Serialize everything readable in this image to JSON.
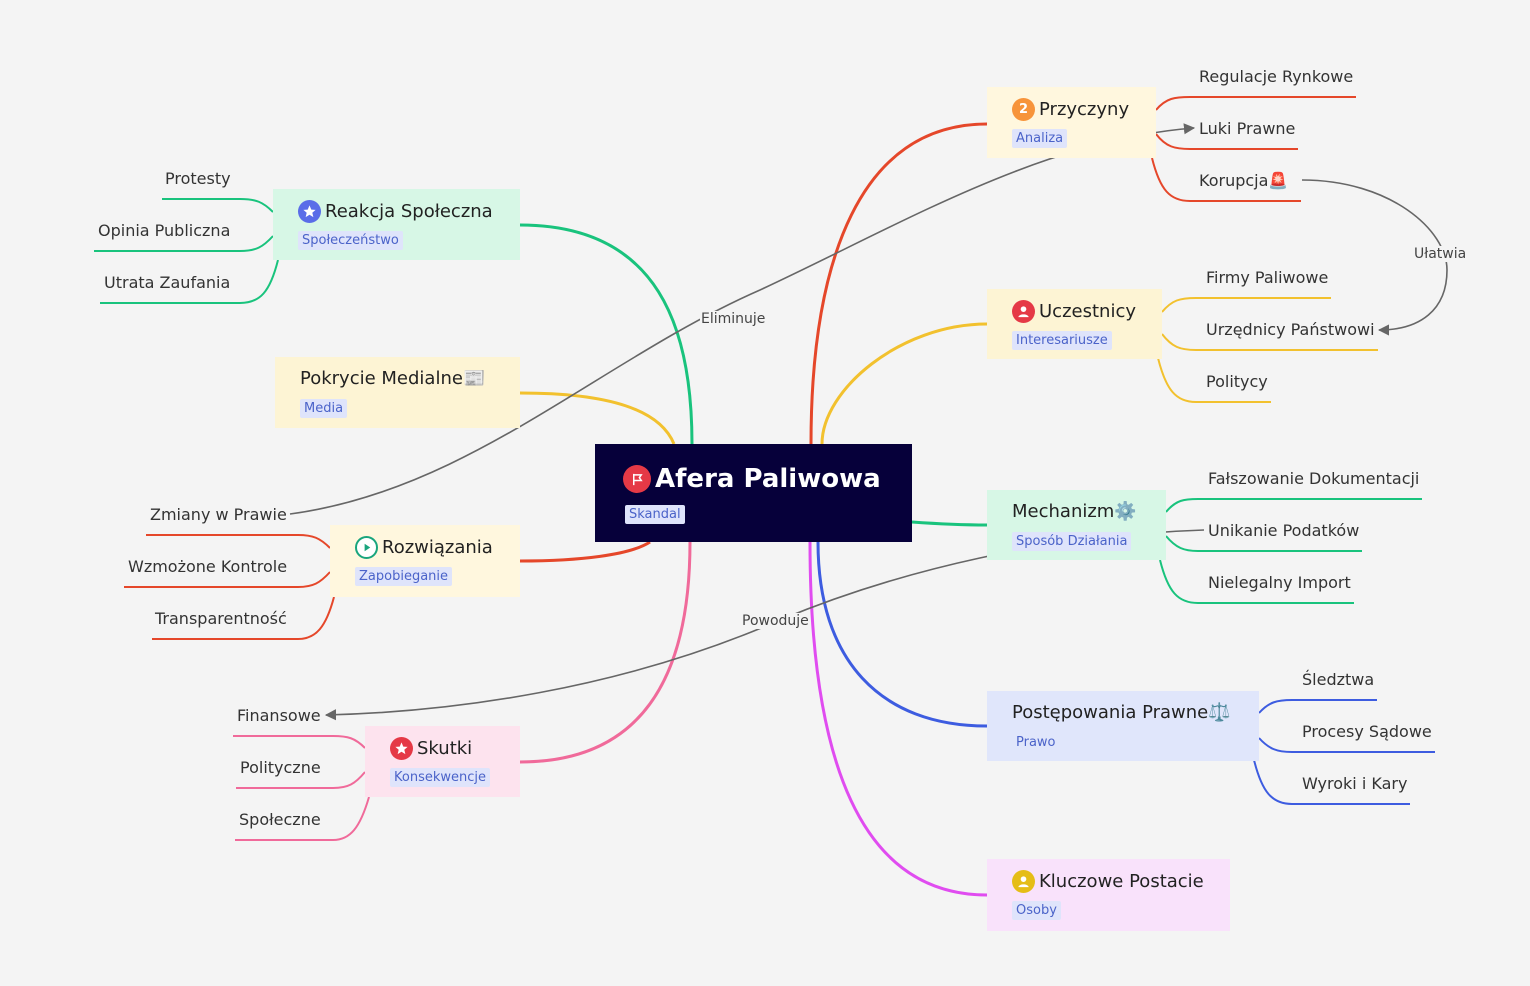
{
  "root": {
    "title": "Afera Paliwowa",
    "badge": "Skandal",
    "color": "#06003a"
  },
  "right_branches": [
    {
      "id": "przyczyny",
      "title": "Przyczyny",
      "badge": "Analiza",
      "icon": "number-2-icon",
      "color": "#e5472a",
      "children": [
        "Regulacje Rynkowe",
        "Luki Prawne",
        "Korupcja🚨"
      ]
    },
    {
      "id": "uczestnicy",
      "title": "Uczestnicy",
      "badge": "Interesariusze",
      "icon": "person-icon",
      "color": "#f2c12e",
      "children": [
        "Firmy Paliwowe",
        "Urzędnicy Państwowi",
        "Politycy"
      ]
    },
    {
      "id": "mechanizm",
      "title": "Mechanizm⚙️",
      "badge": "Sposób Działania",
      "icon": "",
      "color": "#19c37d",
      "children": [
        "Fałszowanie Dokumentacji",
        "Unikanie Podatków",
        "Nielegalny Import"
      ]
    },
    {
      "id": "postepowania",
      "title": "Postępowania Prawne⚖️",
      "badge": "Prawo",
      "icon": "",
      "color": "#3d5ce0",
      "children": [
        "Śledztwa",
        "Procesy Sądowe",
        "Wyroki i Kary"
      ]
    },
    {
      "id": "kluczowe",
      "title": "Kluczowe Postacie",
      "badge": "Osoby",
      "icon": "person-icon",
      "color": "#e04cf0",
      "children": []
    }
  ],
  "left_branches": [
    {
      "id": "reakcja",
      "title": "Reakcja Społeczna",
      "badge": "Społeczeństwo",
      "icon": "star-icon",
      "color": "#19c37d",
      "children": [
        "Protesty",
        "Opinia Publiczna",
        "Utrata Zaufania"
      ]
    },
    {
      "id": "pokrycie",
      "title": "Pokrycie Medialne📰",
      "badge": "Media",
      "icon": "",
      "color": "#f2c12e",
      "children": []
    },
    {
      "id": "rozwiazania",
      "title": "Rozwiązania",
      "badge": "Zapobieganie",
      "icon": "play-icon",
      "color": "#e5472a",
      "children": [
        "Zmiany w Prawie",
        "Wzmożone Kontrole",
        "Transparentność"
      ]
    },
    {
      "id": "skutki",
      "title": "Skutki",
      "badge": "Konsekwencje",
      "icon": "star-icon",
      "color": "#f06a9a",
      "children": [
        "Finansowe",
        "Polityczne",
        "Społeczne"
      ]
    }
  ],
  "relations": [
    {
      "label": "Eliminuje",
      "from": "Zmiany w Prawie",
      "to": "Luki Prawne"
    },
    {
      "label": "Ułatwia",
      "from": "Korupcja🚨",
      "to": "Urzędnicy Państwowi"
    },
    {
      "label": "Powoduje",
      "from": "Unikanie Podatków",
      "to": "Finansowe"
    }
  ]
}
